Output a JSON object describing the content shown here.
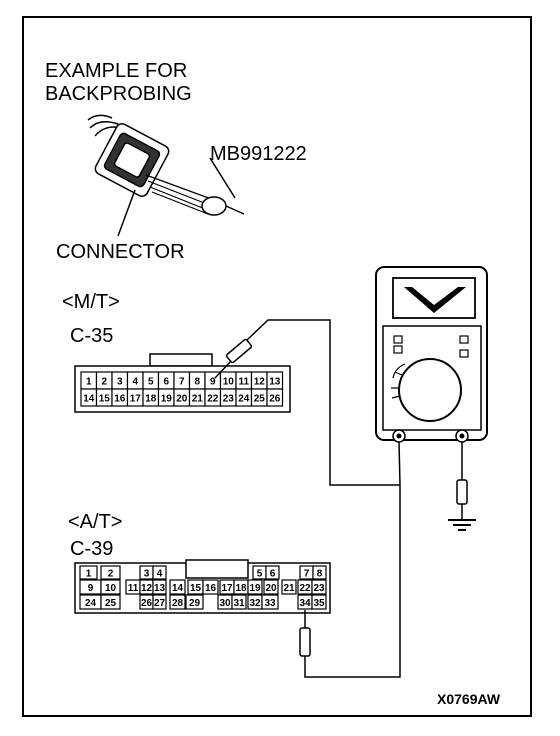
{
  "title": {
    "line1": "EXAMPLE FOR",
    "line2": "BACKPROBING"
  },
  "labels": {
    "tool": "MB991222",
    "connector": "CONNECTOR",
    "mt": "<M/T>",
    "mt_connector": "C-35",
    "at": "<A/T>",
    "at_connector": "C-39",
    "figure_code": "X0769AW"
  },
  "c35": {
    "row1": [
      "1",
      "2",
      "3",
      "4",
      "5",
      "6",
      "7",
      "8",
      "9",
      "10",
      "11",
      "12",
      "13"
    ],
    "row2": [
      "14",
      "15",
      "16",
      "17",
      "18",
      "19",
      "20",
      "21",
      "22",
      "23",
      "24",
      "25",
      "26"
    ]
  },
  "c39": {
    "cells": [
      {
        "id": "c39-1",
        "text": "1"
      },
      {
        "id": "c39-2",
        "text": "2"
      },
      {
        "id": "c39-3",
        "text": "3"
      },
      {
        "id": "c39-4",
        "text": "4"
      },
      {
        "id": "c39-5",
        "text": "5"
      },
      {
        "id": "c39-6",
        "text": "6"
      },
      {
        "id": "c39-7",
        "text": "7"
      },
      {
        "id": "c39-8",
        "text": "8"
      },
      {
        "id": "c39-9",
        "text": "9"
      },
      {
        "id": "c39-10",
        "text": "10"
      },
      {
        "id": "c39-11",
        "text": "11"
      },
      {
        "id": "c39-12",
        "text": "12"
      },
      {
        "id": "c39-13",
        "text": "13"
      },
      {
        "id": "c39-14",
        "text": "14"
      },
      {
        "id": "c39-15",
        "text": "15"
      },
      {
        "id": "c39-16",
        "text": "16"
      },
      {
        "id": "c39-17",
        "text": "17"
      },
      {
        "id": "c39-18",
        "text": "18"
      },
      {
        "id": "c39-19",
        "text": "19"
      },
      {
        "id": "c39-20",
        "text": "20"
      },
      {
        "id": "c39-21",
        "text": "21"
      },
      {
        "id": "c39-22",
        "text": "22"
      },
      {
        "id": "c39-23",
        "text": "23"
      },
      {
        "id": "c39-24",
        "text": "24"
      },
      {
        "id": "c39-25",
        "text": "25"
      },
      {
        "id": "c39-26",
        "text": "26"
      },
      {
        "id": "c39-27",
        "text": "27"
      },
      {
        "id": "c39-28",
        "text": "28"
      },
      {
        "id": "c39-29",
        "text": "29"
      },
      {
        "id": "c39-30",
        "text": "30"
      },
      {
        "id": "c39-31",
        "text": "31"
      },
      {
        "id": "c39-32",
        "text": "32"
      },
      {
        "id": "c39-33",
        "text": "33"
      },
      {
        "id": "c39-34",
        "text": "34"
      },
      {
        "id": "c39-35",
        "text": "35"
      }
    ]
  }
}
